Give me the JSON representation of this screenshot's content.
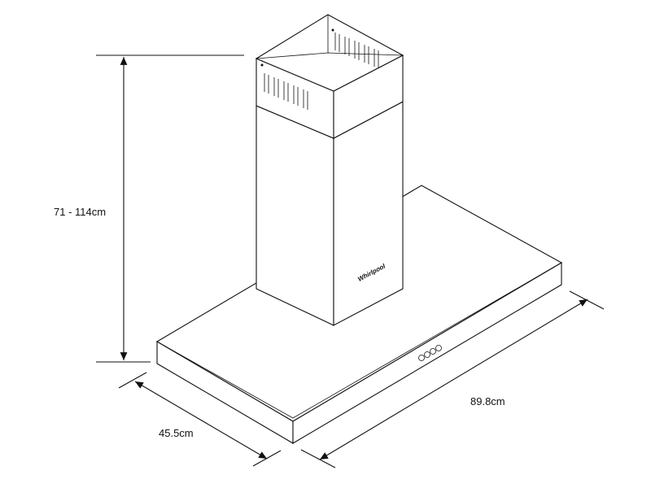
{
  "product": {
    "brand_logo": "Whirlpool",
    "type": "chimney cooker hood"
  },
  "dimensions": {
    "height_label": "71 - 114cm",
    "width_label": "89.8cm",
    "depth_label": "45.5cm"
  },
  "controls": {
    "button_count": 4
  }
}
